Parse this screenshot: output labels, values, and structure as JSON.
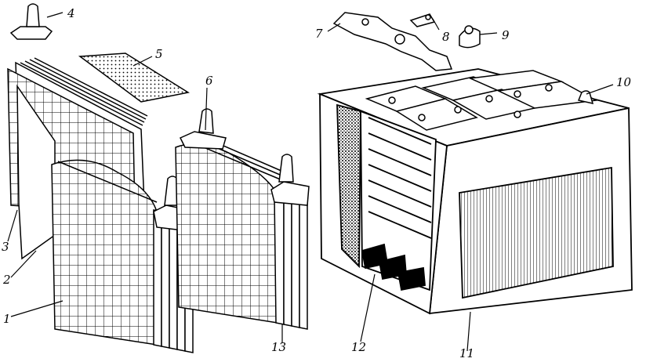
{
  "callouts": {
    "n1": "1",
    "n2": "2",
    "n3": "3",
    "n4": "4",
    "n5": "5",
    "n6": "6",
    "n7": "7",
    "n8": "8",
    "n9": "9",
    "n10": "10",
    "n11": "11",
    "n12": "12",
    "n13": "13"
  },
  "colors": {
    "ink": "#000000",
    "paper": "#ffffff"
  }
}
